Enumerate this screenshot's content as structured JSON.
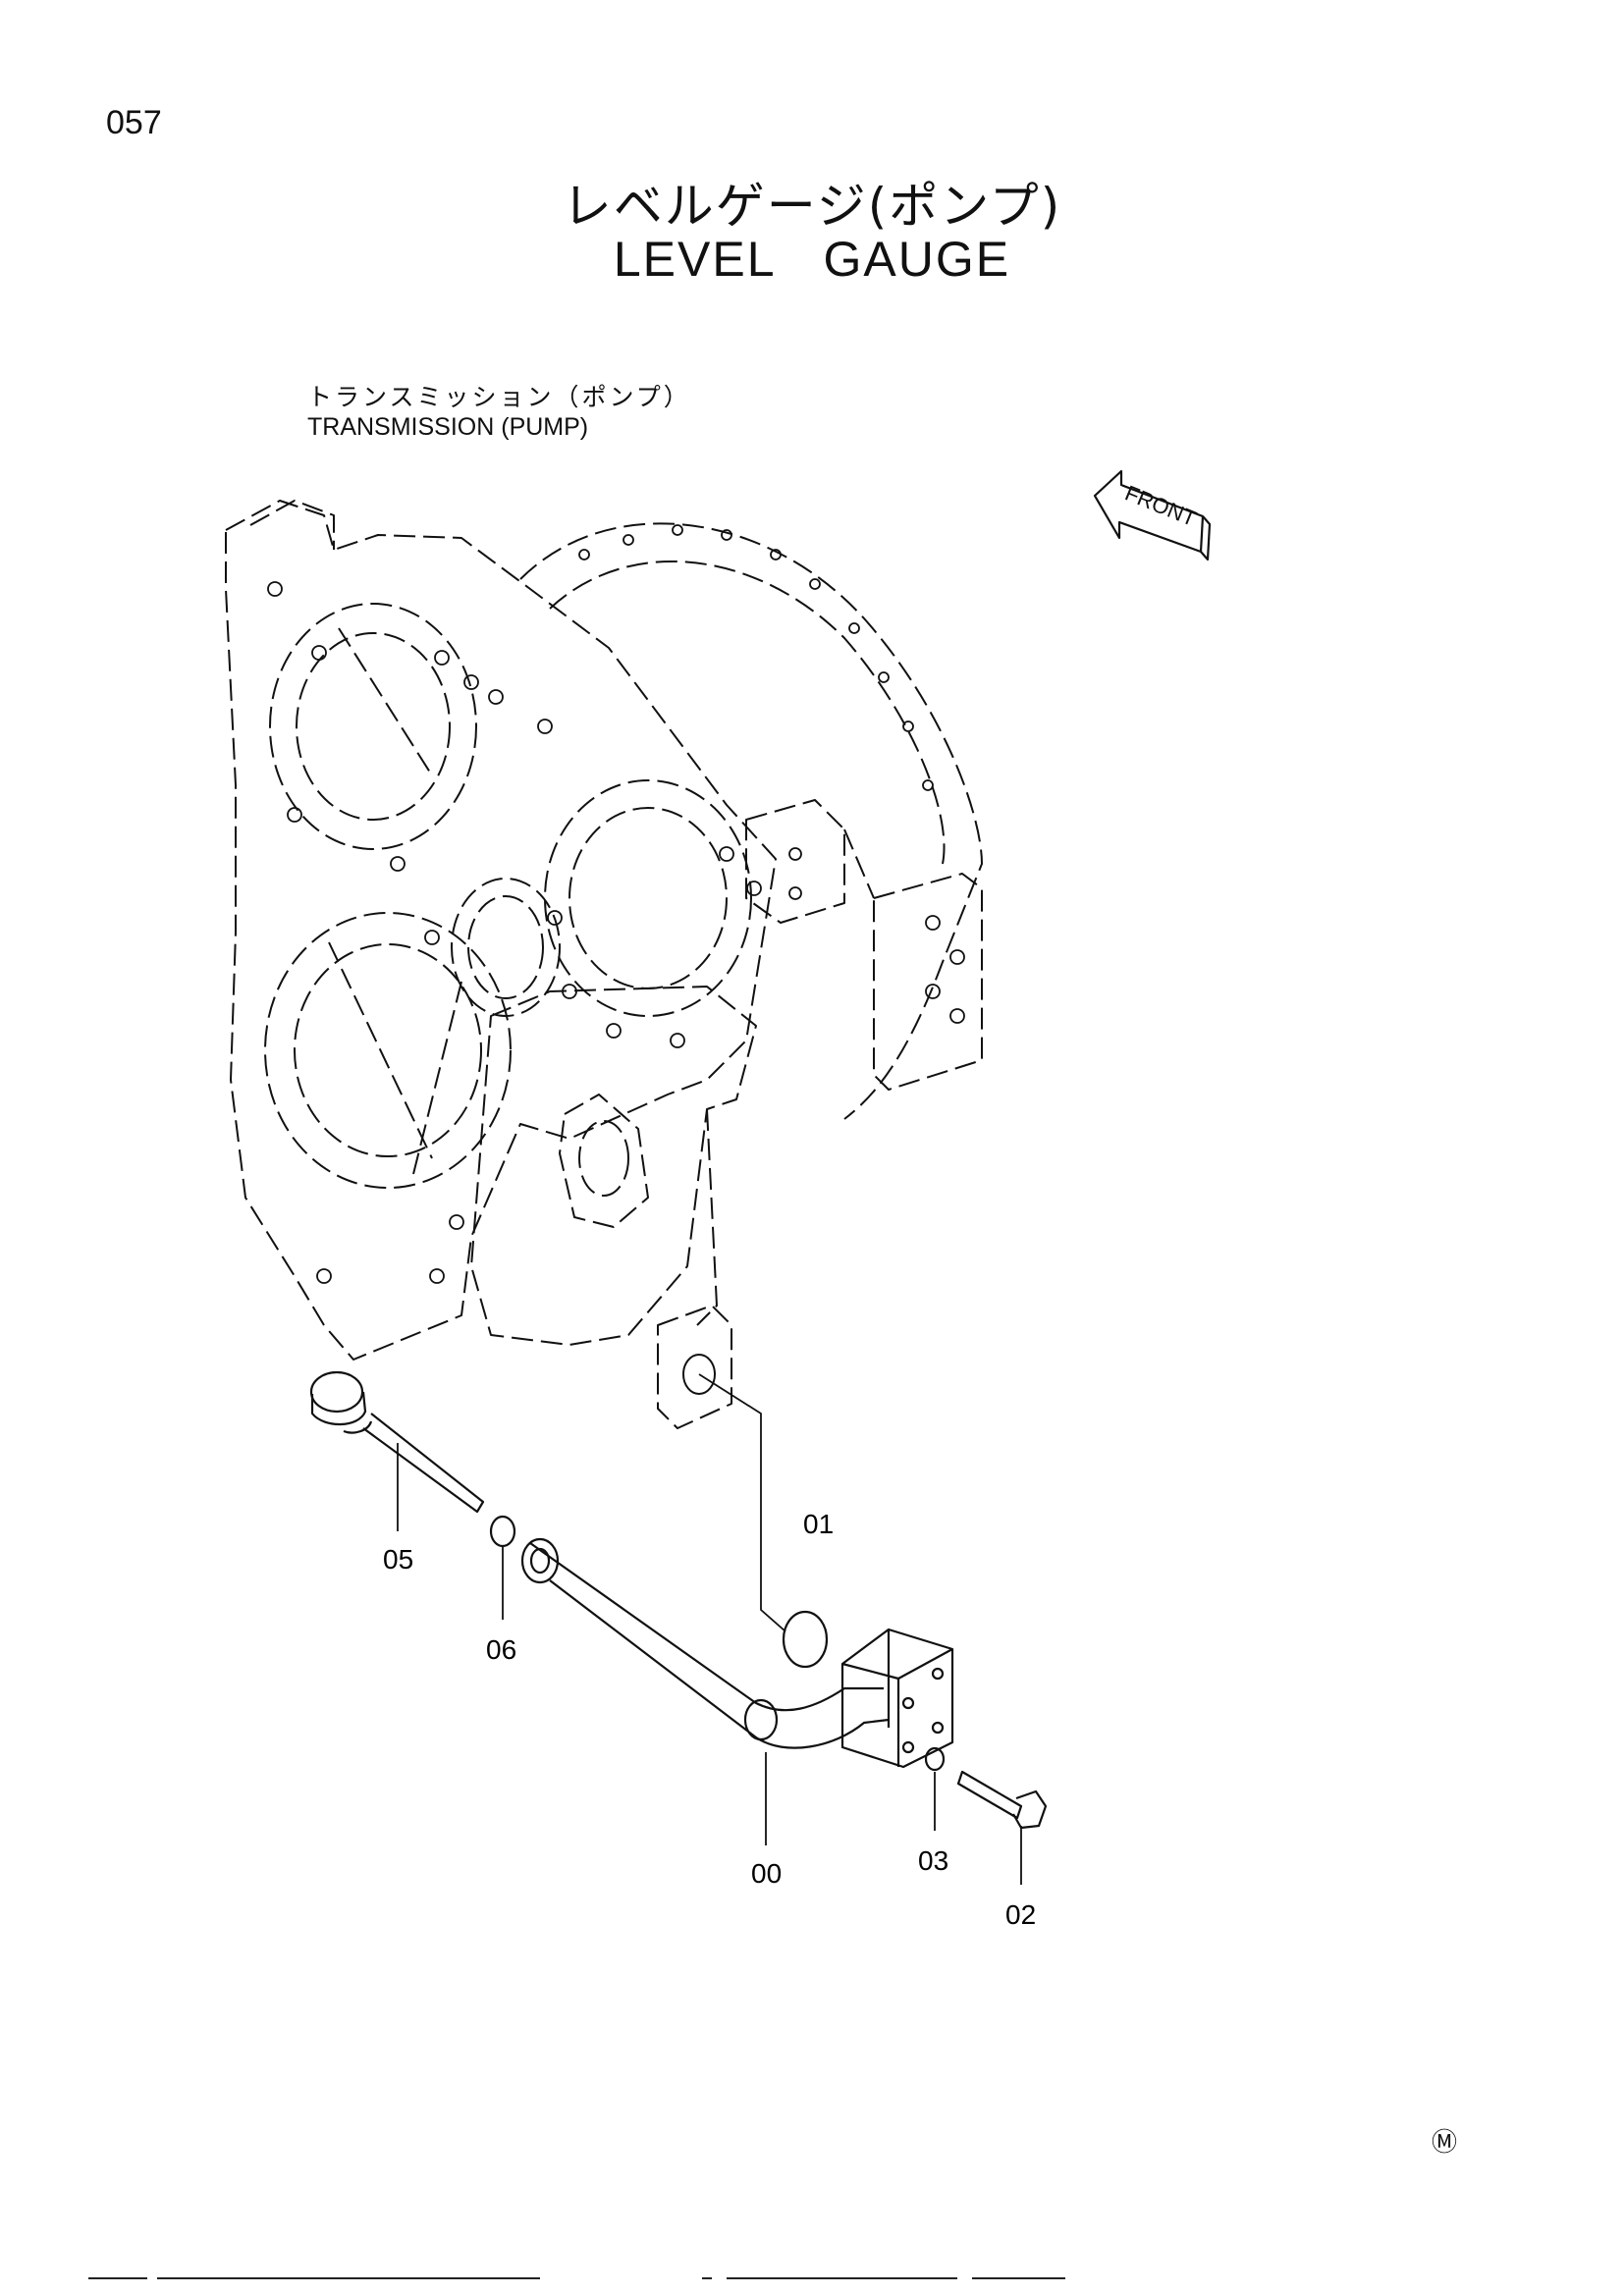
{
  "page": {
    "number": "057"
  },
  "title": {
    "jp": "レベルゲージ(ポンプ)",
    "en": "LEVEL GAUGE"
  },
  "assembly_label": {
    "jp": "トランスミッション（ポンプ）",
    "en": "TRANSMISSION (PUMP)"
  },
  "front_arrow": {
    "label": "FRONT"
  },
  "callouts": {
    "c00": "00",
    "c01": "01",
    "c02": "02",
    "c03": "03",
    "c05": "05",
    "c06": "06"
  },
  "footer": {
    "mark": "Ⓜ"
  }
}
